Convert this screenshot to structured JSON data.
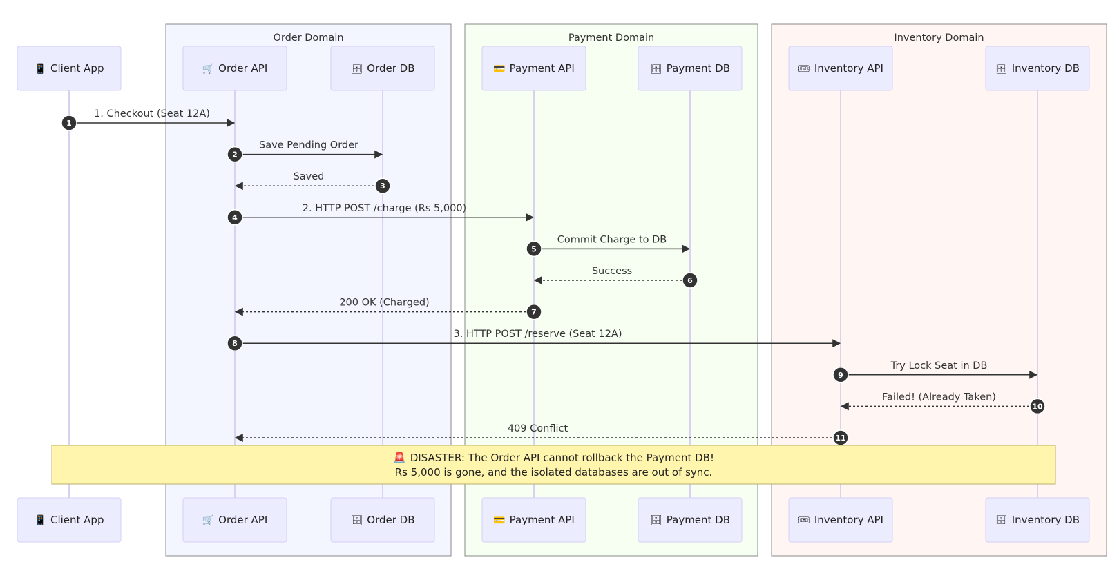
{
  "groups": [
    {
      "id": "order",
      "label": "Order Domain",
      "fill": "#f3f6ff"
    },
    {
      "id": "payment",
      "label": "Payment Domain",
      "fill": "#f6fff1"
    },
    {
      "id": "inventory",
      "label": "Inventory Domain",
      "fill": "#fff6f4"
    }
  ],
  "participants": [
    {
      "id": "client",
      "icon": "📱",
      "icon_name": "mobile-phone-icon",
      "label": "Client App"
    },
    {
      "id": "orderapi",
      "icon": "🛒",
      "icon_name": "shopping-cart-icon",
      "label": "Order API"
    },
    {
      "id": "orderdb",
      "icon": "🗄",
      "icon_name": "database-icon",
      "label": "Order DB"
    },
    {
      "id": "payapi",
      "icon": "💳",
      "icon_name": "credit-card-icon",
      "label": "Payment API"
    },
    {
      "id": "paydb",
      "icon": "🗄",
      "icon_name": "database-icon",
      "label": "Payment DB"
    },
    {
      "id": "invapi",
      "icon": "🎟",
      "icon_name": "ticket-icon",
      "label": "Inventory API"
    },
    {
      "id": "invdb",
      "icon": "🗄",
      "icon_name": "database-icon",
      "label": "Inventory DB"
    }
  ],
  "messages": [
    {
      "n": "1",
      "from": "client",
      "to": "orderapi",
      "label": "1. Checkout (Seat 12A)",
      "dashed": false
    },
    {
      "n": "2",
      "from": "orderapi",
      "to": "orderdb",
      "label": "Save Pending Order",
      "dashed": false
    },
    {
      "n": "3",
      "from": "orderdb",
      "to": "orderapi",
      "label": "Saved",
      "dashed": true
    },
    {
      "n": "4",
      "from": "orderapi",
      "to": "payapi",
      "label": "2. HTTP POST /charge (Rs 5,000)",
      "dashed": false
    },
    {
      "n": "5",
      "from": "payapi",
      "to": "paydb",
      "label": "Commit Charge to DB",
      "dashed": false
    },
    {
      "n": "6",
      "from": "paydb",
      "to": "payapi",
      "label": "Success",
      "dashed": true
    },
    {
      "n": "7",
      "from": "payapi",
      "to": "orderapi",
      "label": "200 OK (Charged)",
      "dashed": true
    },
    {
      "n": "8",
      "from": "orderapi",
      "to": "invapi",
      "label": "3. HTTP POST /reserve (Seat 12A)",
      "dashed": false
    },
    {
      "n": "9",
      "from": "invapi",
      "to": "invdb",
      "label": "Try Lock Seat in DB",
      "dashed": false
    },
    {
      "n": "10",
      "from": "invdb",
      "to": "invapi",
      "label": "Failed! (Already Taken)",
      "dashed": true
    },
    {
      "n": "11",
      "from": "invapi",
      "to": "orderapi",
      "label": "409 Conflict",
      "dashed": true
    }
  ],
  "note": {
    "icon": "🚨",
    "icon_name": "siren-icon",
    "line1": "DISASTER: The Order API cannot rollback the Payment DB!",
    "line2": "Rs 5,000 is gone, and the isolated databases are out of sync.",
    "fill": "#fff5ad"
  },
  "colors": {
    "actor_fill": "#ececff",
    "actor_stroke": "#d4d0f5",
    "lifeline": "#d8d2f0",
    "arrow": "#333333",
    "number_fill": "#333333",
    "group_stroke": "#888888"
  }
}
